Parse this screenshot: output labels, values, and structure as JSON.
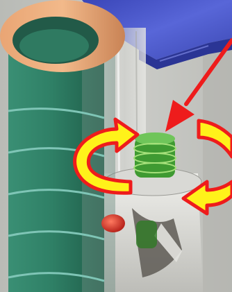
{
  "figure": {
    "kind": "3d-render-illustration",
    "objects": [
      "orange-rimmed-green-coil-cylinder",
      "blue-plate",
      "clear-glass-tube",
      "small-green-coil",
      "red-droplet"
    ],
    "arrows": {
      "pointer": {
        "icon": "straight-arrow-icon",
        "color": "#ee1c1c"
      },
      "rotation": {
        "icon": "curved-arrow-icon",
        "count": 3,
        "fill": "#fff21a",
        "outline": "#ee1c1c"
      }
    },
    "colors": {
      "background": "#c9cac6",
      "plate": "#4a55c8",
      "cylinder_rim": "#e5a26b",
      "cylinder_inner": "#2f8066",
      "coil_stripe": "#7fc5b6",
      "glass": "#dcdcd8",
      "small_coil": "#3f9a32",
      "droplet": "#d8342a"
    }
  }
}
